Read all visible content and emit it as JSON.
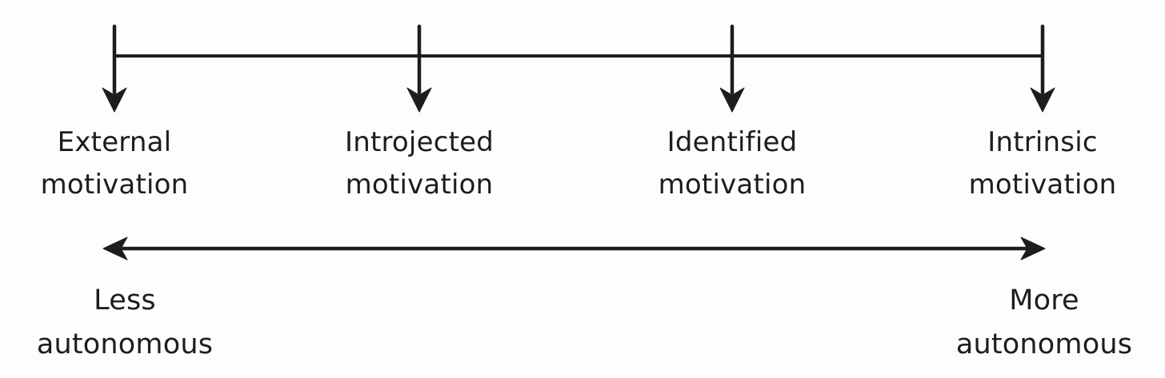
{
  "colors": {
    "ink": "#1d1d1b",
    "paper": "#fdfdfd"
  },
  "spectrum": {
    "items": [
      {
        "label": "External\nmotivation"
      },
      {
        "label": "Introjected\nmotivation"
      },
      {
        "label": "Identified\nmotivation"
      },
      {
        "label": "Intrinsic\nmotivation"
      }
    ]
  },
  "autonomy_axis": {
    "left_label": "Less\nautonomous",
    "right_label": "More\nautonomous"
  }
}
